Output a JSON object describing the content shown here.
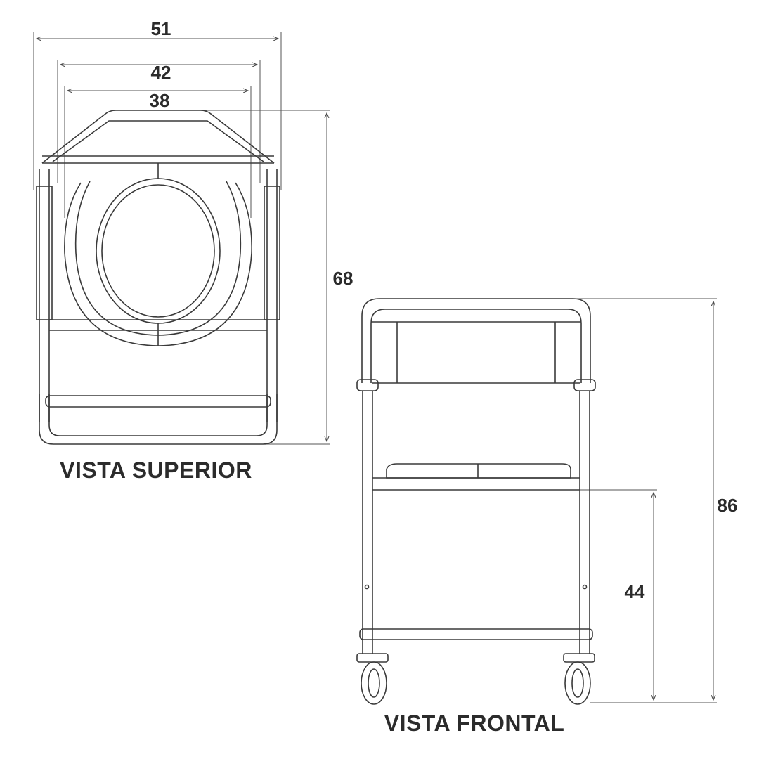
{
  "views": {
    "top": {
      "title": "VISTA SUPERIOR",
      "dimensions": {
        "overall_width": "51",
        "inner_width": "42",
        "seat_width": "38",
        "depth": "68"
      }
    },
    "front": {
      "title": "VISTA FRONTAL",
      "dimensions": {
        "overall_height": "86",
        "seat_height": "44"
      }
    }
  },
  "colors": {
    "line": "#3a3a3a",
    "text": "#2b2b2b",
    "background": "#ffffff"
  }
}
